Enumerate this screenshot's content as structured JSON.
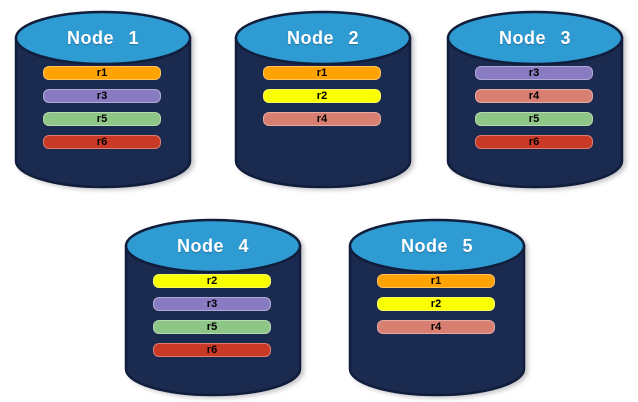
{
  "colors": {
    "background": "#ffffff",
    "cylinder_body": "#1B2A4F",
    "cylinder_outline": "#101E3C",
    "cylinder_top": "#2F9BD3",
    "title_text": "#FFFFFF",
    "bar_text": "#000000"
  },
  "replica_colors": {
    "r1": "#FFA302",
    "r2": "#FAFF00",
    "r3": "#897BC2",
    "r4": "#D97F71",
    "r5": "#8EC687",
    "r6": "#C83A26"
  },
  "nodes": [
    {
      "label": "Node 1",
      "replicas": [
        {
          "label": "r1",
          "color": "#FFA302"
        },
        {
          "label": "r3",
          "color": "#897BC2"
        },
        {
          "label": "r5",
          "color": "#8EC687"
        },
        {
          "label": "r6",
          "color": "#C83A26"
        }
      ]
    },
    {
      "label": "Node 2",
      "replicas": [
        {
          "label": "r1",
          "color": "#FFA302"
        },
        {
          "label": "r2",
          "color": "#FAFF00"
        },
        {
          "label": "r4",
          "color": "#D97F71"
        }
      ]
    },
    {
      "label": "Node 3",
      "replicas": [
        {
          "label": "r3",
          "color": "#897BC2"
        },
        {
          "label": "r4",
          "color": "#D97F71"
        },
        {
          "label": "r5",
          "color": "#8EC687"
        },
        {
          "label": "r6",
          "color": "#C83A26"
        }
      ]
    },
    {
      "label": "Node 4",
      "replicas": [
        {
          "label": "r2",
          "color": "#FAFF00"
        },
        {
          "label": "r3",
          "color": "#897BC2"
        },
        {
          "label": "r5",
          "color": "#8EC687"
        },
        {
          "label": "r6",
          "color": "#C83A26"
        }
      ]
    },
    {
      "label": "Node 5",
      "replicas": [
        {
          "label": "r1",
          "color": "#FFA302"
        },
        {
          "label": "r2",
          "color": "#FAFF00"
        },
        {
          "label": "r4",
          "color": "#D97F71"
        }
      ]
    }
  ]
}
